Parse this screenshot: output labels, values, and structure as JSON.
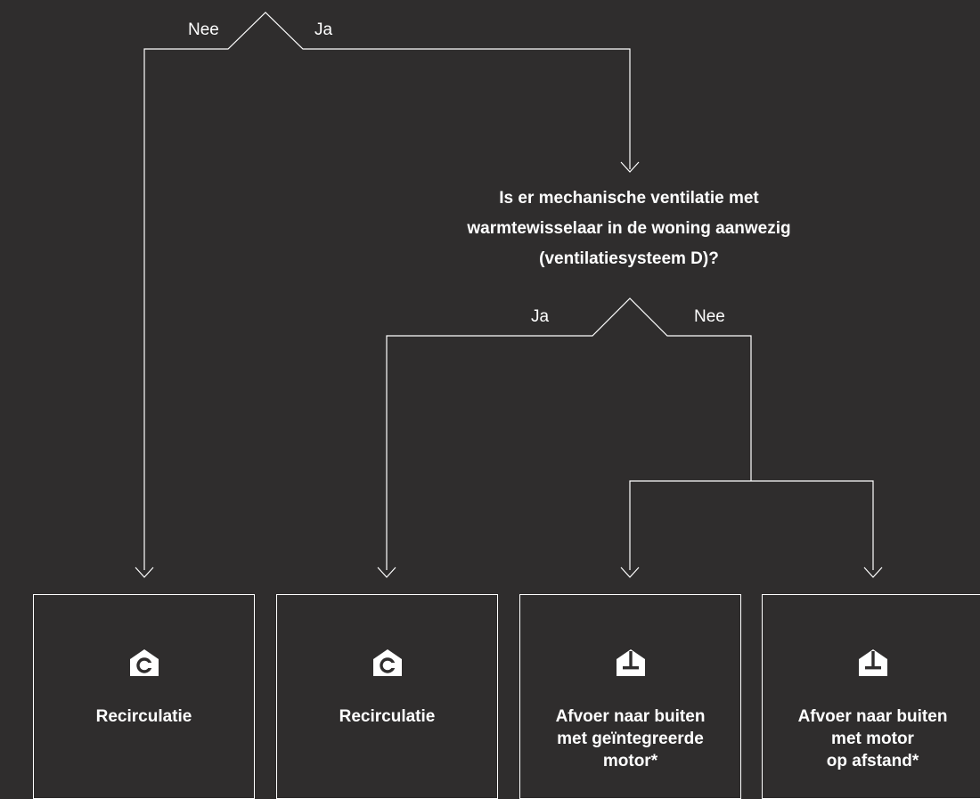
{
  "top": {
    "no_label": "Nee",
    "yes_label": "Ja"
  },
  "question": {
    "line1": "Is er mechanische ventilatie met",
    "line2": "warmtewisselaar in de woning aanwezig",
    "line3": "(ventilatiesysteem D)?"
  },
  "second": {
    "yes_label": "Ja",
    "no_label": "Nee"
  },
  "cards": [
    {
      "title": "Recirculatie",
      "icon": "recirculation-house-icon"
    },
    {
      "title": "Recirculatie",
      "icon": "recirculation-house-icon"
    },
    {
      "title": "Afvoer naar buiten\nmet geïntegreerde\nmotor*",
      "icon": "exhaust-house-icon"
    },
    {
      "title": "Afvoer naar buiten\nmet motor\nop afstand*",
      "icon": "exhaust-house-icon"
    }
  ],
  "colors": {
    "background": "#2f2d2d",
    "foreground": "#ffffff"
  }
}
